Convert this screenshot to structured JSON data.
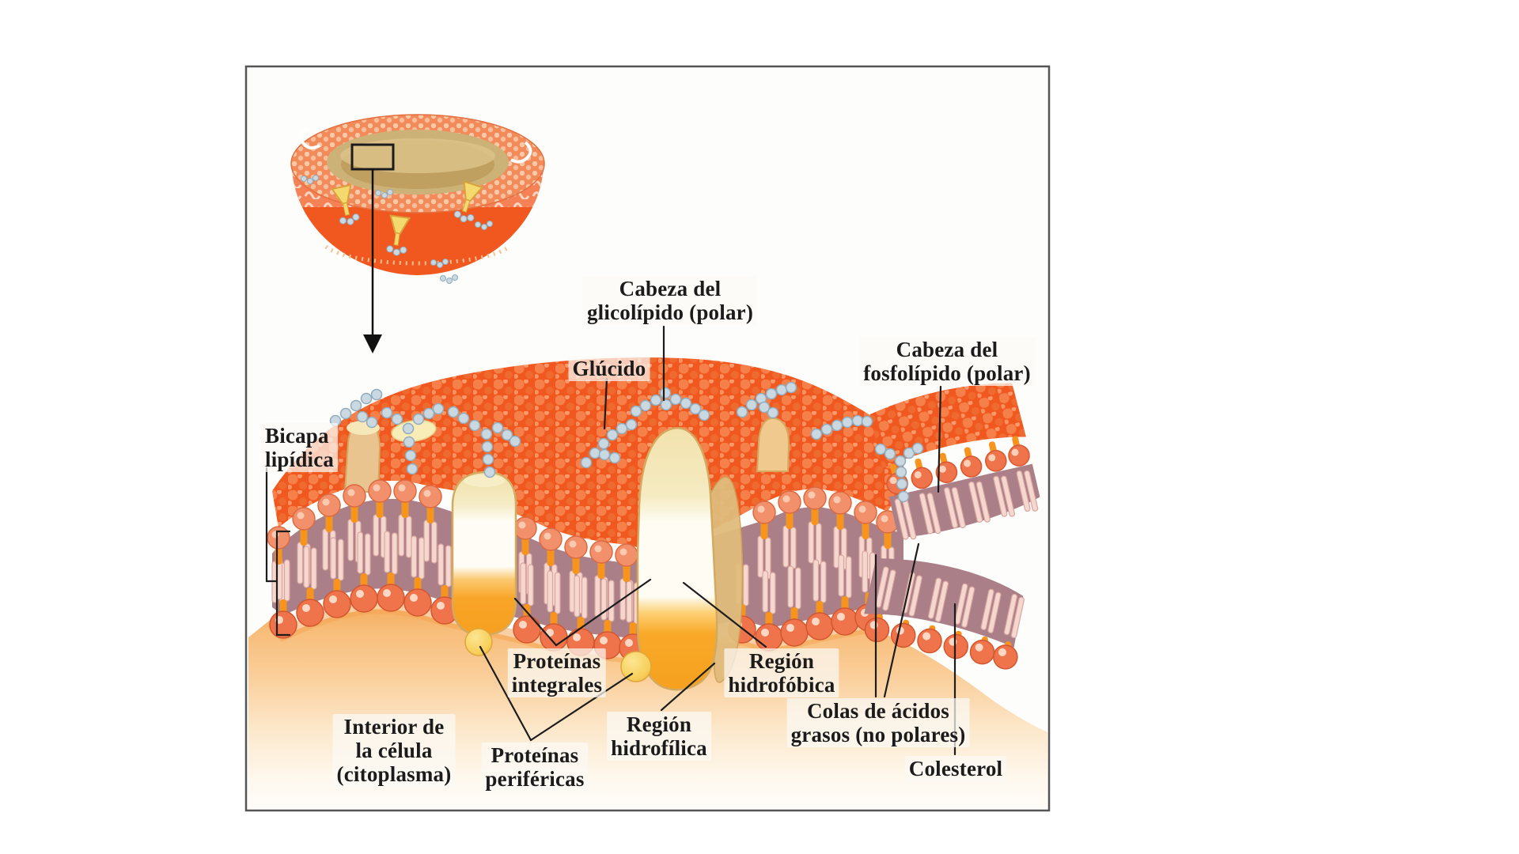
{
  "figure": {
    "type": "biology-diagram",
    "labels": {
      "bicapa": "Bicapa\nlipídica",
      "cabeza_glicolipido": "Cabeza del\nglicolípido (polar)",
      "glucido": "Glúcido",
      "cabeza_fosfolipido": "Cabeza del\nfosfolípido (polar)",
      "proteinas_integrales": "Proteínas\nintegrales",
      "region_hidrofobica": "Región\nhidrofóbica",
      "region_hidrofilica": "Región\nhidrofílica",
      "interior_celula": "Interior de\nla célula\n(citoplasma)",
      "proteinas_perifericas": "Proteínas\nperiféricas",
      "colas_acidos": "Colas de ácidos\ngrasos (no polares)",
      "colesterol": "Colesterol"
    },
    "icons": {
      "zoom_arrow": "down-arrow",
      "zoom_region_marker": "rectangle-outline"
    },
    "colors": {
      "membrane_orange": "#F1581F",
      "membrane_orange_light": "#F58049",
      "head_salmon": "#F2906B",
      "head_coral": "#EF744B",
      "tail_orange": "#F7941E",
      "hydrophobic_mauve": "#AA7F88",
      "tail_pale": "#F6D7CF",
      "tail_pale_stroke": "#D8A69E",
      "protein_cream": "#F2E2AC",
      "protein_white": "#FEFCF3",
      "protein_orange": "#F8A623",
      "protein_outline": "#D4AA60",
      "protein_tan": "#E0BC7C",
      "bead_blue": "#C9D8E1",
      "bead_stroke": "#91ACBC",
      "sphere_yellow": "#F5C148",
      "cytoplasm_peach": "#F7BC78",
      "bowl_cavity_tan": "#CDB277",
      "frame_border": "#555555",
      "line_black": "#1d1d1d",
      "label_color": "#1b1b1b"
    }
  }
}
